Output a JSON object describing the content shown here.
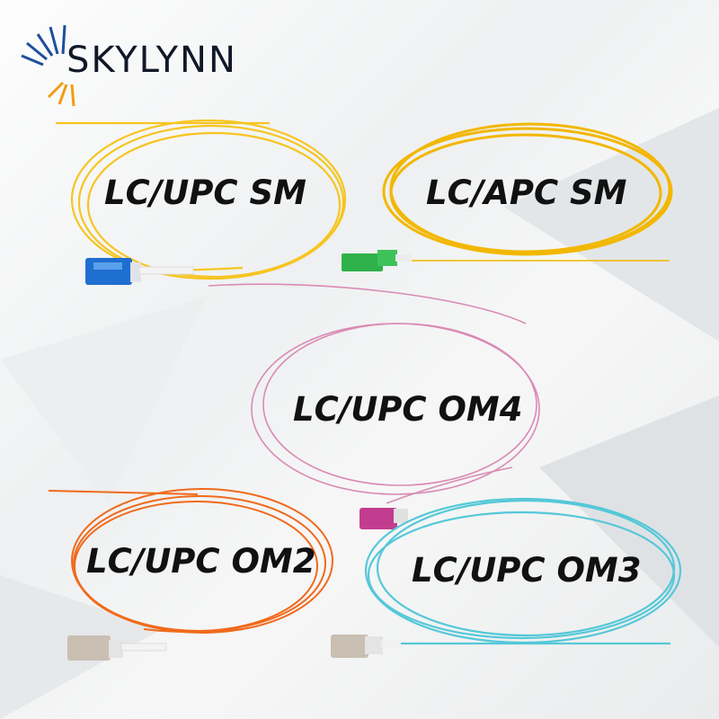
{
  "brand": {
    "name": "SKYLYNN",
    "accent_blue": "#1f4e9c",
    "accent_orange": "#f39c12"
  },
  "products": [
    {
      "label": "LC/UPC SM",
      "cable_color": "#f6c521",
      "connector_color": "#1f6fd0"
    },
    {
      "label": "LC/APC SM",
      "cable_color": "#f6c521",
      "connector_color": "#2fb24a"
    },
    {
      "label": "LC/UPC OM4",
      "cable_color": "#d98bb4",
      "connector_color": "#c23d8f"
    },
    {
      "label": "LC/UPC OM2",
      "cable_color": "#f06a1c",
      "connector_color": "#c9bfb2"
    },
    {
      "label": "LC/UPC OM3",
      "cable_color": "#55c8d8",
      "connector_color": "#c9bfb2"
    }
  ]
}
